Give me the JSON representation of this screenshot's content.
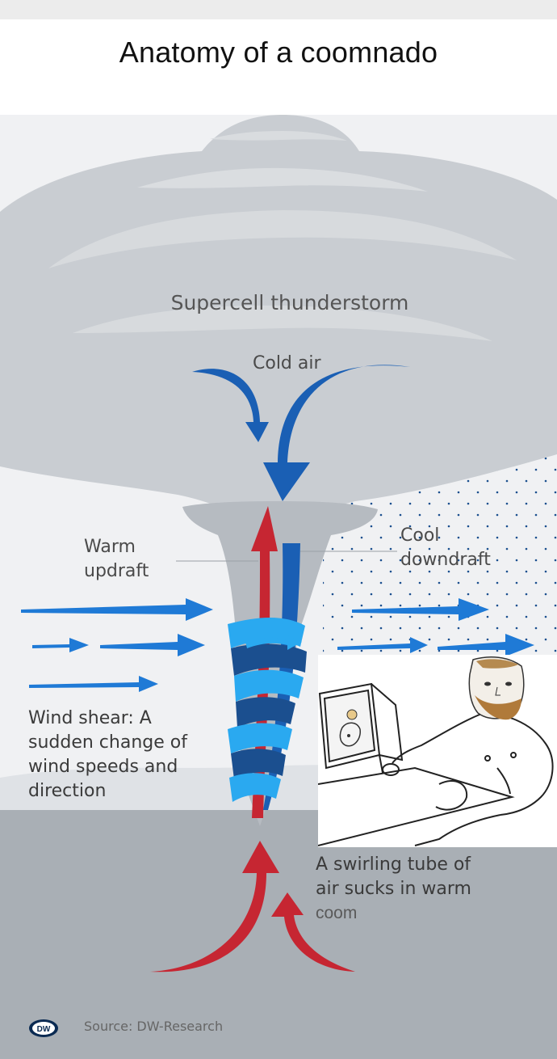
{
  "title": "Anatomy of a coomnado",
  "labels": {
    "supercell": "Supercell thunderstorm",
    "cold_air": "Cold air",
    "warm_updraft": [
      "Warm",
      "updraft"
    ],
    "cool_downdraft": [
      "Cool",
      "downdraft"
    ],
    "wind_shear": [
      "Wind shear: A",
      "sudden change of",
      "wind speeds and",
      "direction"
    ],
    "swirling_tube": [
      "A swirling tube of",
      "air sucks in warm"
    ],
    "coom": "coom"
  },
  "footer": {
    "logo_text": "DW",
    "source": "Source: DW-Research"
  },
  "colors": {
    "cold_blue": "#1a5fb4",
    "shear_blue": "#1f7ad6",
    "swirl_blue": "#2aa9f0",
    "warm_red": "#c62632",
    "cloud": "#c9cdd2",
    "ground": "#a9afb5"
  }
}
